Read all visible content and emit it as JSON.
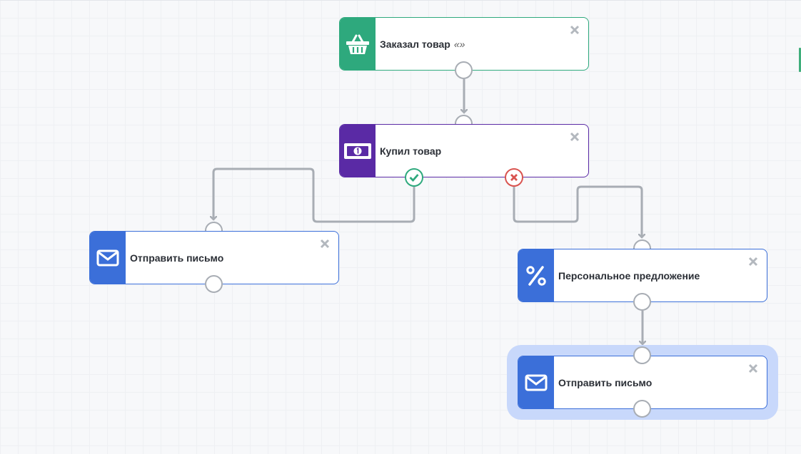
{
  "nodes": {
    "ordered": {
      "label": "Заказал товар",
      "suffix": "«»",
      "icon": "basket-icon",
      "color": "#2ea97d"
    },
    "bought": {
      "label": "Купил товар",
      "icon": "banknote-icon",
      "color": "#5a2aa5"
    },
    "email_left": {
      "label": "Отправить письмо",
      "icon": "envelope-icon",
      "color": "#3b6fd9"
    },
    "offer": {
      "label": "Персональное предложение",
      "icon": "percent-icon",
      "color": "#3b6fd9"
    },
    "email_right": {
      "label": "Отправить письмо",
      "icon": "envelope-icon",
      "color": "#3b6fd9"
    }
  },
  "colors": {
    "yes": "#2ea97d",
    "no": "#d9534f",
    "wire": "#a8adb4",
    "selected": "#c8d8fb"
  }
}
